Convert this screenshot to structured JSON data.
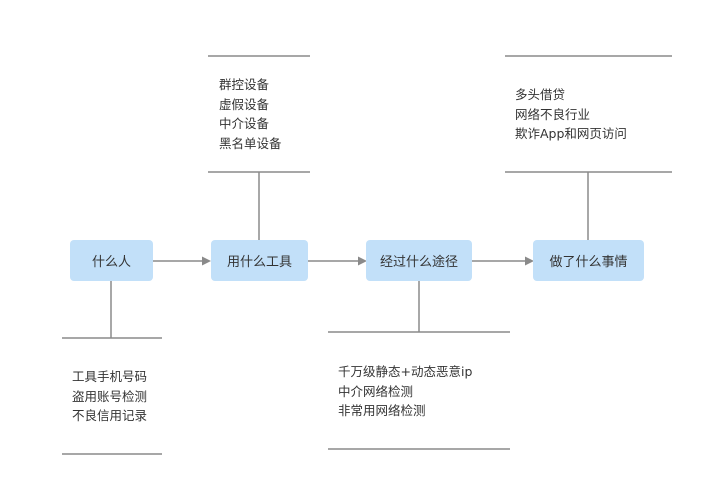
{
  "colors": {
    "node_fill": "#c2e0f9",
    "line": "#8a8a8a",
    "text": "#333333",
    "background": "#ffffff"
  },
  "flow": {
    "steps": [
      {
        "label": "什么人"
      },
      {
        "label": "用什么工具"
      },
      {
        "label": "经过什么途径"
      },
      {
        "label": "做了什么事情"
      }
    ]
  },
  "notes": {
    "who": [
      "工具手机号码",
      "盗用账号检测",
      "不良信用记录"
    ],
    "tools": [
      "群控设备",
      "虚假设备",
      "中介设备",
      "黑名单设备"
    ],
    "path": [
      "千万级静态+动态恶意ip",
      "中介网络检测",
      "非常用网络检测"
    ],
    "actions": [
      "多头借贷",
      "网络不良行业",
      "欺诈App和网页访问"
    ]
  }
}
